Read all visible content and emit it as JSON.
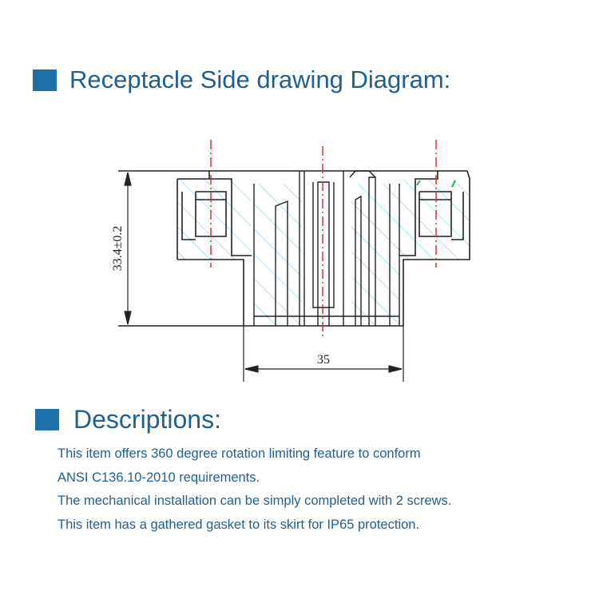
{
  "diagram": {
    "title": "Receptacle Side drawing Diagram:",
    "dim_height": "33.4±0.2",
    "dim_width": "35"
  },
  "descriptions": {
    "title": "Descriptions:",
    "lines": [
      "This item offers 360 degree rotation limiting feature to conform",
      "ANSI C136.10-2010 requirements.",
      "The mechanical installation can be simply completed with 2 screws.",
      "This item has a gathered gasket to its skirt for IP65 protection."
    ]
  },
  "colors": {
    "accent": "#1f6fa8",
    "heading_text": "#1f5f92",
    "hatch": "#5bc8e8",
    "centerline": "#e02020",
    "outline": "#222222"
  }
}
